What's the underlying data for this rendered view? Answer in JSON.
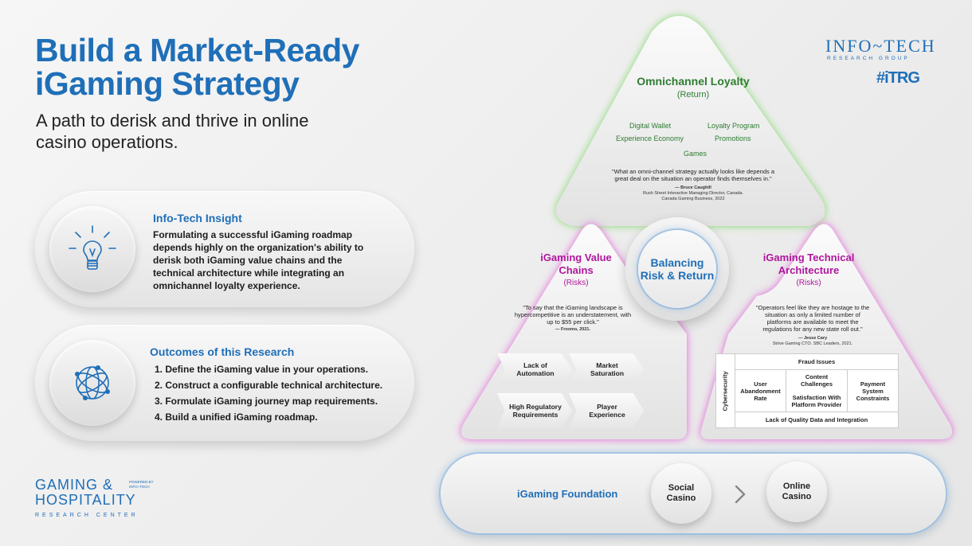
{
  "title": "Build a Market-Ready iGaming Strategy",
  "subtitle": "A path to derisk and thrive in online casino operations.",
  "insight": {
    "heading": "Info-Tech Insight",
    "text": "Formulating a successful iGaming roadmap depends highly on the organization's ability to derisk both iGaming value chains and the technical architecture while integrating an omnichannel loyalty experience.",
    "icon": "lightbulb-icon"
  },
  "outcomes": {
    "heading": "Outcomes of this Research",
    "items": [
      "1. Define the iGaming value in your operations.",
      "2. Construct a configurable technical architecture.",
      "3. Formulate iGaming journey map requirements.",
      "4. Build a unified iGaming roadmap."
    ],
    "icon": "globe-network-icon"
  },
  "brand_left": {
    "line1": "GAMING &",
    "line2": "HOSPITALITY",
    "powered": "POWERED BY INFO~TECH",
    "sub": "RESEARCH CENTER"
  },
  "brand_right": {
    "name": "INFO~TECH",
    "sub": "RESEARCH GROUP",
    "tag": "#iTRG"
  },
  "top_triangle": {
    "title": "Omnichannel Loyalty",
    "subtitle": "(Return)",
    "tags": [
      "Digital Wallet",
      "Loyalty Program",
      "Experience Economy",
      "Promotions",
      "Games"
    ],
    "quote": "\"What an omni-channel strategy actually looks like depends a great deal on the situation an operator finds themselves in.\"",
    "cite_name": "— Bruce Caughill",
    "cite_role": "Rush Street Interactive Managing Director, Canada.",
    "cite_source": "Canada Gaming Business, 2022"
  },
  "center": {
    "label": "Balancing Risk & Return"
  },
  "left_triangle": {
    "title": "iGaming Value Chains",
    "subtitle": "(Risks)",
    "quote": "\"To say that the iGaming landscape is hypercompetitive is an understatement, with up to $55 per click.\"",
    "cite": "— Frosmo, 2021.",
    "chevrons": [
      "Lack of Automation",
      "Market Saturation",
      "High Regulatory Requirements",
      "Player Experience"
    ]
  },
  "right_triangle": {
    "title": "iGaming Technical Architecture",
    "subtitle": "(Risks)",
    "quote": "\"Operators feel like they are hostage to the situation as only a limited number of platforms are available to meet the regulations for any new state roll out.\"",
    "cite_name": "— Jesse Cary",
    "cite_role": "Strive Gaming CTO. SBC Leaders, 2021.",
    "table": {
      "side": "Cybersecurity",
      "top": "Fraud Issues",
      "user": "User Abandonment Rate",
      "content": "Content Challenges",
      "satisfaction": "Satisfaction With Platform Provider",
      "payment": "Payment System Constraints",
      "bottom": "Lack of Quality Data and Integration"
    }
  },
  "foundation": {
    "label": "iGaming Foundation",
    "from": "Social Casino",
    "to": "Online Casino",
    "arrow": "chevron-right-icon"
  },
  "colors": {
    "blue": "#1f6fb8",
    "green": "#2e7d32",
    "magenta": "#b0169c"
  }
}
